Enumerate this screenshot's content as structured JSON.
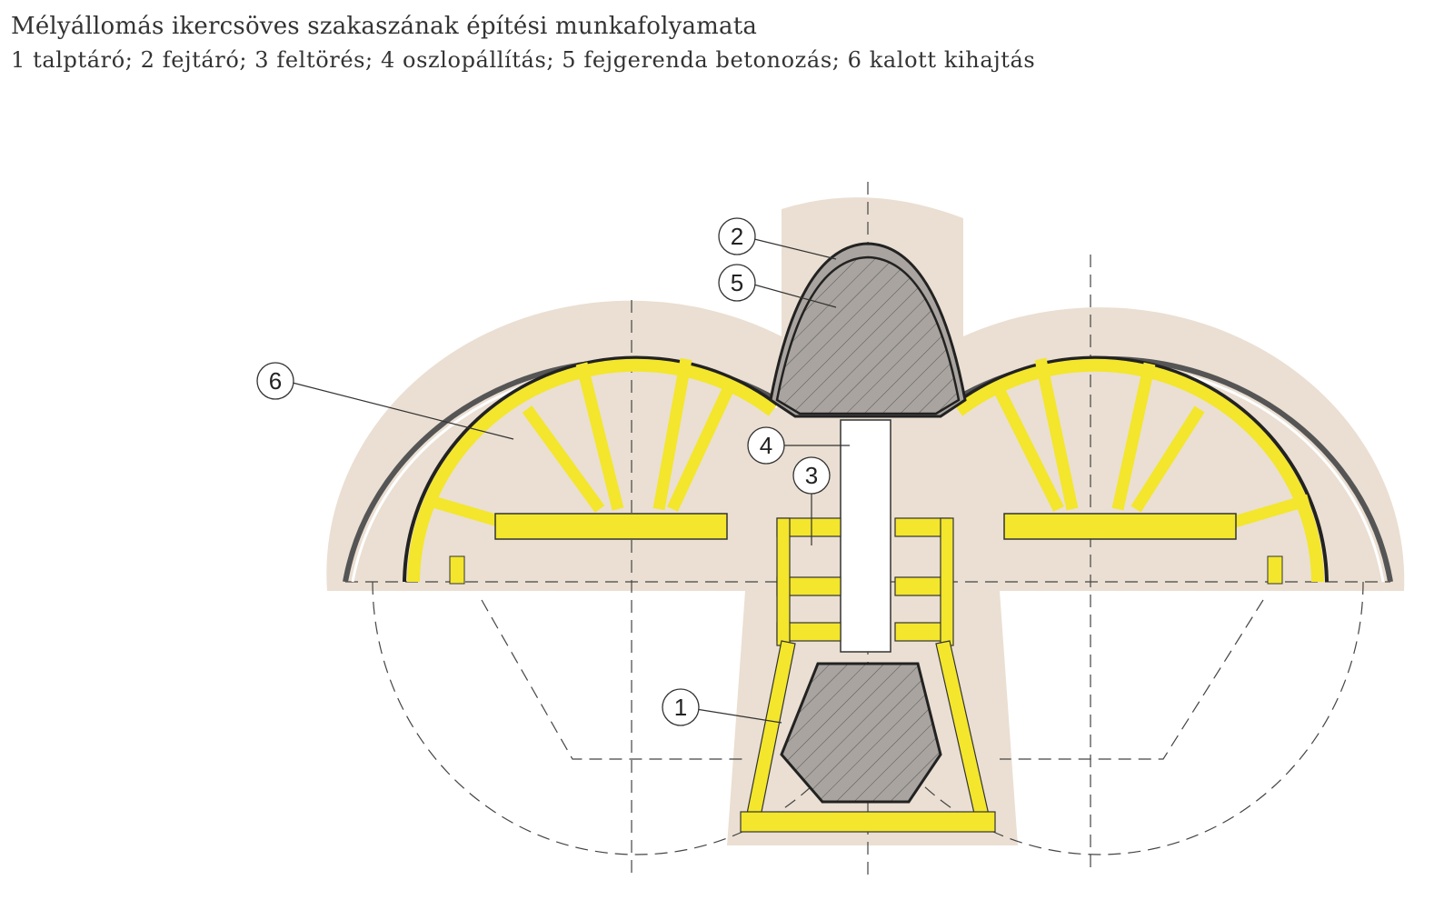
{
  "title": "Mélyállomás ikercsöves szakaszának építési munkafolyamata",
  "legend": "1 talptáró; 2 fejtáró; 3 feltörés; 4 oszlopállítás; 5 fejgerenda betonozás; 6 kalott kihajtás",
  "callouts": [
    {
      "number": "1",
      "meaning": "talptáró"
    },
    {
      "number": "2",
      "meaning": "fejtáró"
    },
    {
      "number": "3",
      "meaning": "feltörés"
    },
    {
      "number": "4",
      "meaning": "oszlopállítás"
    },
    {
      "number": "5",
      "meaning": "fejgerenda betonozás"
    },
    {
      "number": "6",
      "meaning": "kalott kihajtás"
    }
  ],
  "colors": {
    "steel": "#f3e62c",
    "concrete": "#a9a49f",
    "ground": "#eadfd2",
    "line": "#222222"
  }
}
